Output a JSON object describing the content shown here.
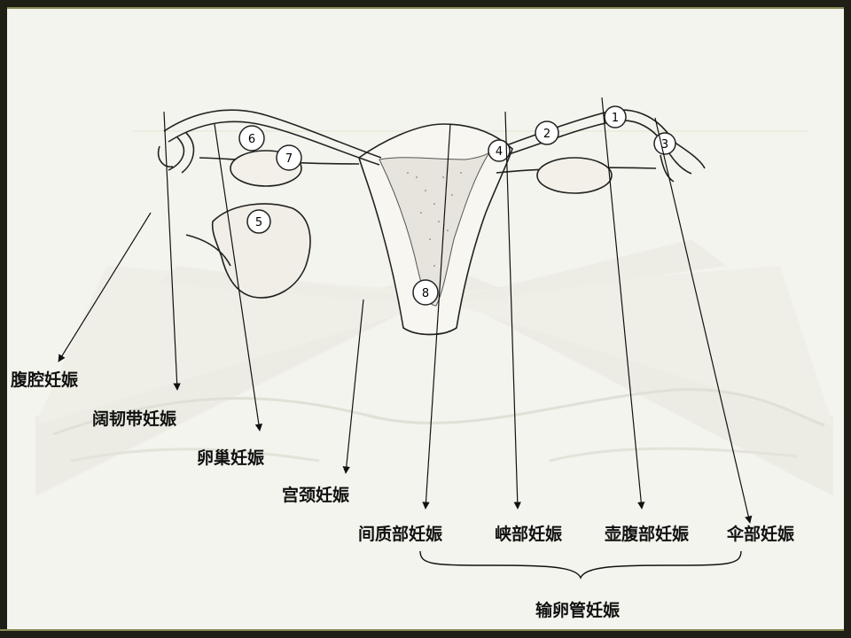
{
  "labels": {
    "abdominal": "腹腔妊娠",
    "broad_ligament": "阔韧带妊娠",
    "ovarian": "卵巢妊娠",
    "cervical": "宫颈妊娠",
    "interstitial": "间质部妊娠",
    "isthmic": "峡部妊娠",
    "ampullary": "壶腹部妊娠",
    "fimbrial": "伞部妊娠",
    "tubal_group": "输卵管妊娠"
  },
  "site_numbers": [
    "1",
    "2",
    "3",
    "4",
    "5",
    "6",
    "7",
    "8"
  ],
  "colors": {
    "frame": "#1f1f16",
    "accent": "#8b8a55",
    "background": "#f4f4ee",
    "ink": "#111111"
  }
}
